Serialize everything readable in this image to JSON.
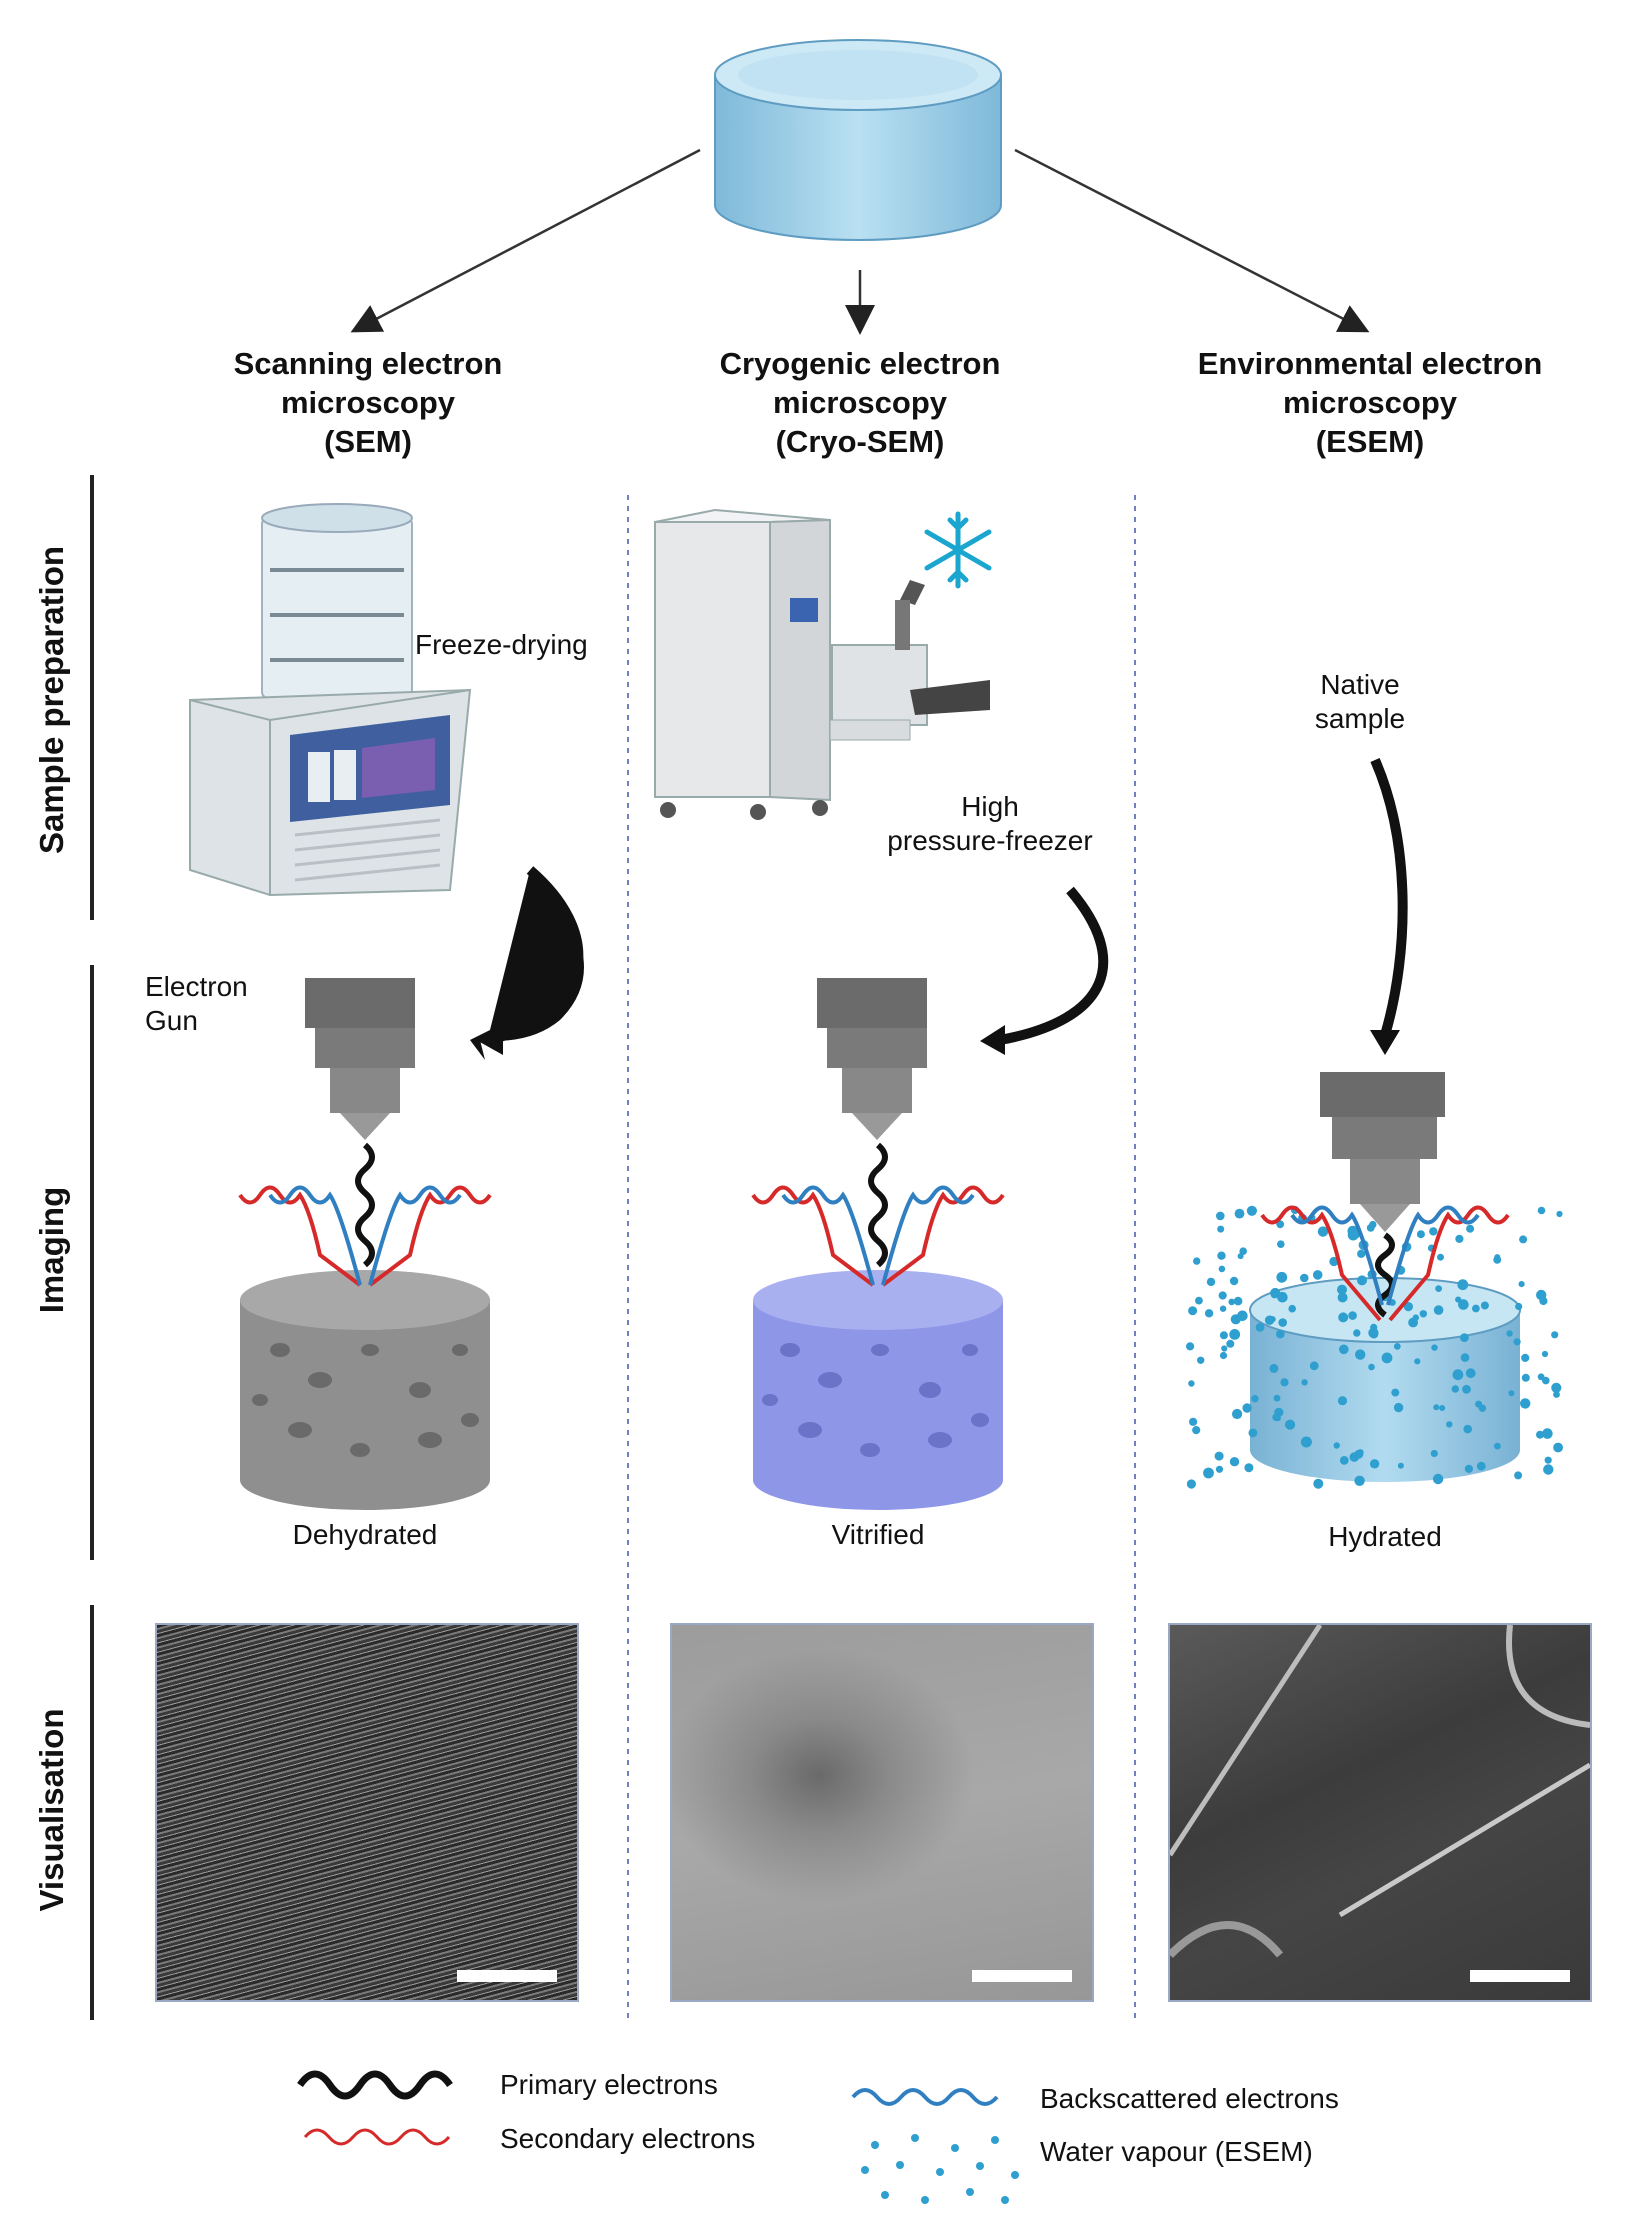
{
  "columns": [
    {
      "title_lines": [
        "Scanning electron",
        "microscopy",
        "(SEM)"
      ],
      "prep_label": "Freeze-drying",
      "state_label": "Dehydrated"
    },
    {
      "title_lines": [
        "Cryogenic electron",
        "microscopy",
        "(Cryo-SEM)"
      ],
      "prep_label_lines": [
        "High",
        "pressure-freezer"
      ],
      "state_label": "Vitrified"
    },
    {
      "title_lines": [
        "Environmental electron",
        "microscopy",
        "(ESEM)"
      ],
      "prep_label_lines": [
        "Native",
        "sample"
      ],
      "state_label": "Hydrated"
    }
  ],
  "rows": [
    "Sample preparation",
    "Imaging",
    "Visualisation"
  ],
  "electron_gun_lines": [
    "Electron",
    "Gun"
  ],
  "legend": {
    "primary": "Primary electrons",
    "secondary": "Secondary electrons",
    "backscattered": "Backscattered electrons",
    "water": "Water vapour (ESEM)"
  },
  "colors": {
    "primary": "#111111",
    "secondary": "#d62a2a",
    "backscattered": "#2f7fc1",
    "water": "#2e9fcf",
    "hydrogel": "#9fd0e8",
    "sem_sample": "#8c8c8c",
    "cryo_sample": "#8e96e8",
    "snowflake": "#1aa6cf"
  }
}
